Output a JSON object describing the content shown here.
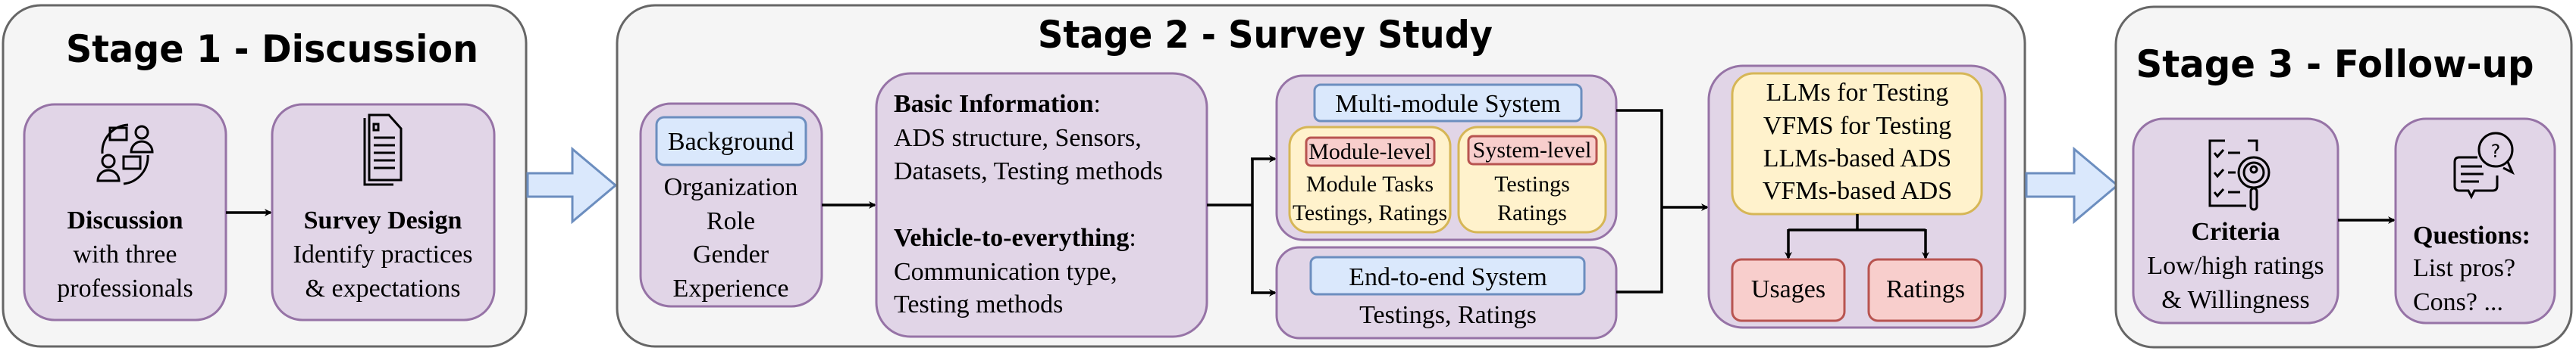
{
  "colors": {
    "panel": "#f5f5f5",
    "purple_box": "#e1d5e7",
    "blue_label": "#dae8fc",
    "yellow_box": "#fff2cc",
    "red_box": "#f8cecc"
  },
  "stage1": {
    "title": "Stage 1 - Discussion",
    "discussion": {
      "icon": "discussion-people-icon",
      "heading": "Discussion",
      "lines": [
        "with three",
        "professionals"
      ]
    },
    "survey_design": {
      "icon": "document-icon",
      "heading": "Survey Design",
      "lines": [
        "Identify practices",
        "& expectations"
      ]
    }
  },
  "stage2": {
    "title": "Stage 2 - Survey Study",
    "background": {
      "label": "Background",
      "items": [
        "Organization",
        "Role",
        "Gender",
        "Experience"
      ]
    },
    "basic": {
      "heading1": "Basic Information",
      "colon": ":",
      "lines1": [
        "ADS structure, Sensors,",
        "Datasets, Testing methods"
      ],
      "heading2": "Vehicle-to-everything",
      "lines2": [
        "Communication type,",
        "Testing methods"
      ]
    },
    "multi_module": {
      "label": "Multi-module System",
      "module_level": {
        "label": "Module-level",
        "lines": [
          "Module Tasks",
          "Testings, Ratings"
        ]
      },
      "system_level": {
        "label": "System-level",
        "lines": [
          "Testings",
          "Ratings"
        ]
      }
    },
    "end_to_end": {
      "label": "End-to-end System",
      "line": "Testings, Ratings"
    },
    "foundation": {
      "items": [
        "LLMs for Testing",
        "VFMS for Testing",
        "LLMs-based ADS",
        "VFMs-based ADS"
      ],
      "usages": "Usages",
      "ratings": "Ratings"
    }
  },
  "stage3": {
    "title": "Stage 3 - Follow-up",
    "criteria": {
      "icon": "checklist-search-icon",
      "heading": "Criteria",
      "lines": [
        "Low/high ratings",
        "& Willingness"
      ]
    },
    "questions": {
      "icon": "question-chat-icon",
      "heading": "Questions",
      "colon": ":",
      "lines": [
        "List pros?",
        "Cons? ..."
      ]
    }
  }
}
